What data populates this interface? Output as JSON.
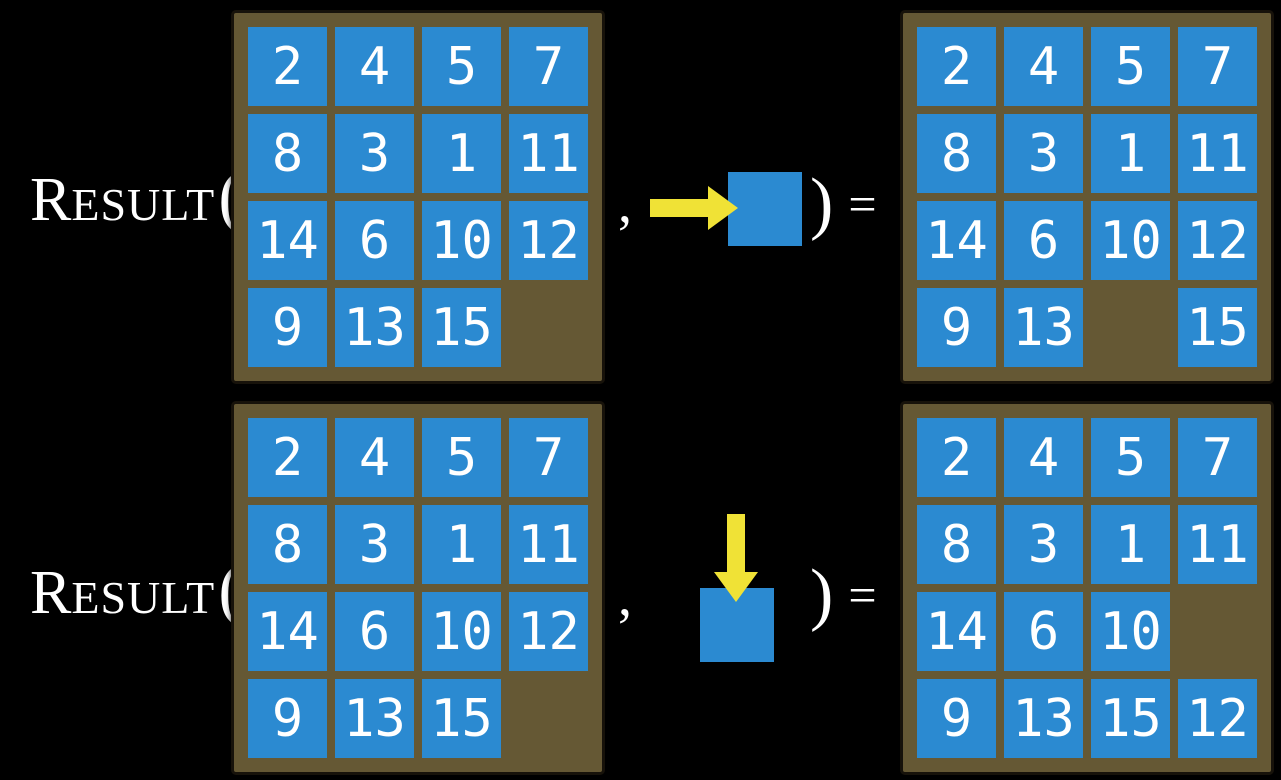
{
  "figure": {
    "colors": {
      "background": "#000000",
      "tile_blue": "#2b8ad1",
      "frame_brown": "#655834",
      "frame_border": "#17120a",
      "arrow_yellow": "#f0e236",
      "text": "#ffffff"
    },
    "function": {
      "name_initial": "R",
      "name_rest": "ESULT",
      "open_paren": "(",
      "comma": ",",
      "close_paren": ")",
      "equals": "="
    },
    "examples": [
      {
        "id": "slide-right-example",
        "arrow_direction": "right",
        "move_icon": "right-arrow-into-blue-tile",
        "grid_before": [
          [
            2,
            4,
            5,
            7
          ],
          [
            8,
            3,
            1,
            11
          ],
          [
            14,
            6,
            10,
            12
          ],
          [
            9,
            13,
            15,
            null
          ]
        ],
        "grid_after": [
          [
            2,
            4,
            5,
            7
          ],
          [
            8,
            3,
            1,
            11
          ],
          [
            14,
            6,
            10,
            12
          ],
          [
            9,
            13,
            null,
            15
          ]
        ]
      },
      {
        "id": "slide-down-example",
        "arrow_direction": "down",
        "move_icon": "down-arrow-into-blue-tile",
        "grid_before": [
          [
            2,
            4,
            5,
            7
          ],
          [
            8,
            3,
            1,
            11
          ],
          [
            14,
            6,
            10,
            12
          ],
          [
            9,
            13,
            15,
            null
          ]
        ],
        "grid_after": [
          [
            2,
            4,
            5,
            7
          ],
          [
            8,
            3,
            1,
            11
          ],
          [
            14,
            6,
            10,
            null
          ],
          [
            9,
            13,
            15,
            12
          ]
        ]
      }
    ]
  }
}
